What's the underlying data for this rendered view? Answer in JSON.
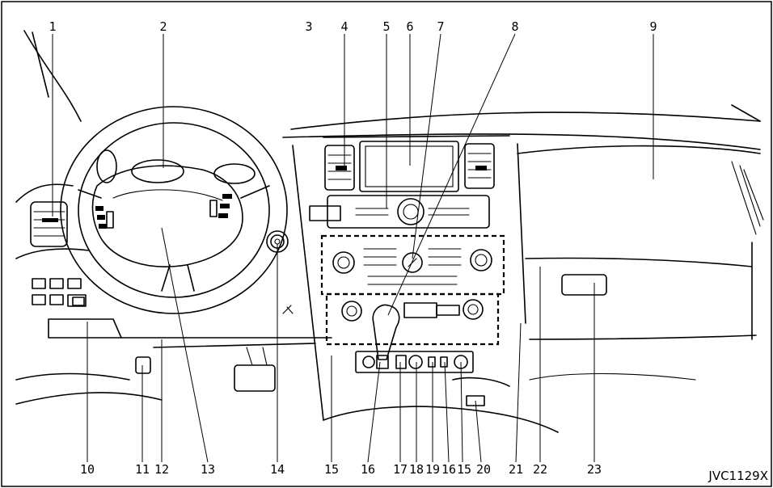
{
  "figure_code": "JVC1129X",
  "callouts": {
    "top": [
      "1",
      "2",
      "3",
      "4",
      "5",
      "6",
      "7",
      "8",
      "9"
    ],
    "bottom": [
      "10",
      "11",
      "12",
      "13",
      "14",
      "15",
      "16",
      "17",
      "18",
      "19",
      "16",
      "15",
      "20",
      "21",
      "22",
      "23"
    ]
  }
}
